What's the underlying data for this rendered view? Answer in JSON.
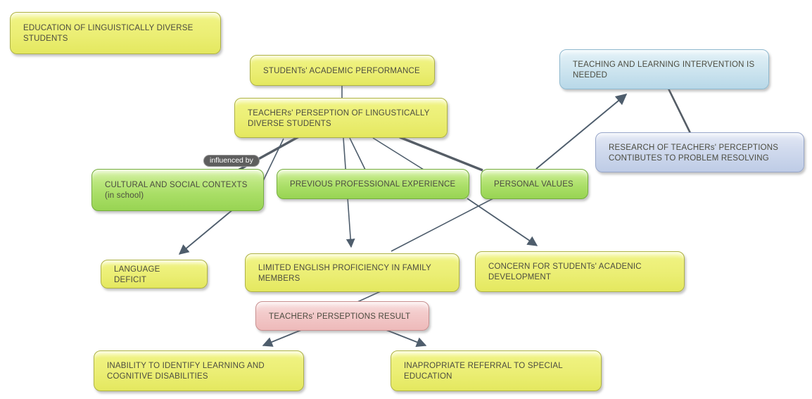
{
  "diagram_type": "concept-map",
  "background_color": "#ffffff",
  "edge_color": "#4e5d6c",
  "edge_label": "influenced by",
  "palette": {
    "yellow_node": "#ebee74",
    "green_node": "#a9de66",
    "blue_node": "#cfe6f0",
    "purple_node": "#d0d9ec",
    "pink_node": "#f3cbcb",
    "edge_label_bg": "#5e5e5e"
  },
  "nodes": {
    "education": {
      "label": "EDUCATION OF LINGUISTICALLY DIVERSE STUDENTS"
    },
    "academic": {
      "label": "STUDENTs' ACADEMIC  PERFORMANCE"
    },
    "hub": {
      "label": "TEACHERs' PERSEPTION OF LINGUSTICALLY DIVERSE STUDENTS"
    },
    "intervention": {
      "label": "TEACHING AND LEARNING INTERVENTION IS NEEDED"
    },
    "research": {
      "label": "RESEARCH OF TEACHERs' PERCEPTIONS CONTIBUTES TO PROBLEM RESOLVING"
    },
    "cultural": {
      "label": "CULTURAL AND SOCIAL CONTEXTS",
      "sub": "(in school)"
    },
    "previous": {
      "label": "PREVIOUS PROFESSIONAL EXPERIENCE"
    },
    "personal": {
      "label": "PERSONAL VALUES"
    },
    "language": {
      "label": "LANGUAGE DEFICIT"
    },
    "limited": {
      "label": "LIMITED ENGLISH PROFICIENCY IN FAMILY MEMBERS"
    },
    "concern": {
      "label": "CONCERN FOR STUDENTs' ACADENIC DEVELOPMENT"
    },
    "result": {
      "label": "TEACHERs' PERSEPTIONS RESULT"
    },
    "inability": {
      "label": "INABILITY TO IDENTIFY LEARNING AND COGNITIVE DISABILITIES"
    },
    "inappropriate": {
      "label": "INAPROPRIATE REFERRAL TO SPECIAL EDUCATION"
    }
  },
  "connections": [
    {
      "from": "academic",
      "to": "hub",
      "arrow": false
    },
    {
      "from": "hub",
      "to": "cultural",
      "arrow": false,
      "label": "influenced by"
    },
    {
      "from": "hub",
      "to": "cultural",
      "arrow": false
    },
    {
      "from": "hub",
      "to": "limited",
      "arrow": true
    },
    {
      "from": "hub",
      "to": "previous",
      "arrow": false
    },
    {
      "from": "hub",
      "to": "previous",
      "arrow": false
    },
    {
      "from": "hub",
      "to": "personal",
      "arrow": false
    },
    {
      "from": "cultural",
      "to": "language",
      "arrow": true
    },
    {
      "from": "previous",
      "to": "concern",
      "arrow": true
    },
    {
      "from": "personal",
      "to": "limited",
      "arrow": false
    },
    {
      "from": "personal",
      "to": "intervention",
      "arrow": true
    },
    {
      "from": "intervention",
      "to": "research",
      "arrow": false
    },
    {
      "from": "limited",
      "to": "result",
      "arrow": false
    },
    {
      "from": "result",
      "to": "inability",
      "arrow": true
    },
    {
      "from": "result",
      "to": "inappropriate",
      "arrow": true
    }
  ]
}
